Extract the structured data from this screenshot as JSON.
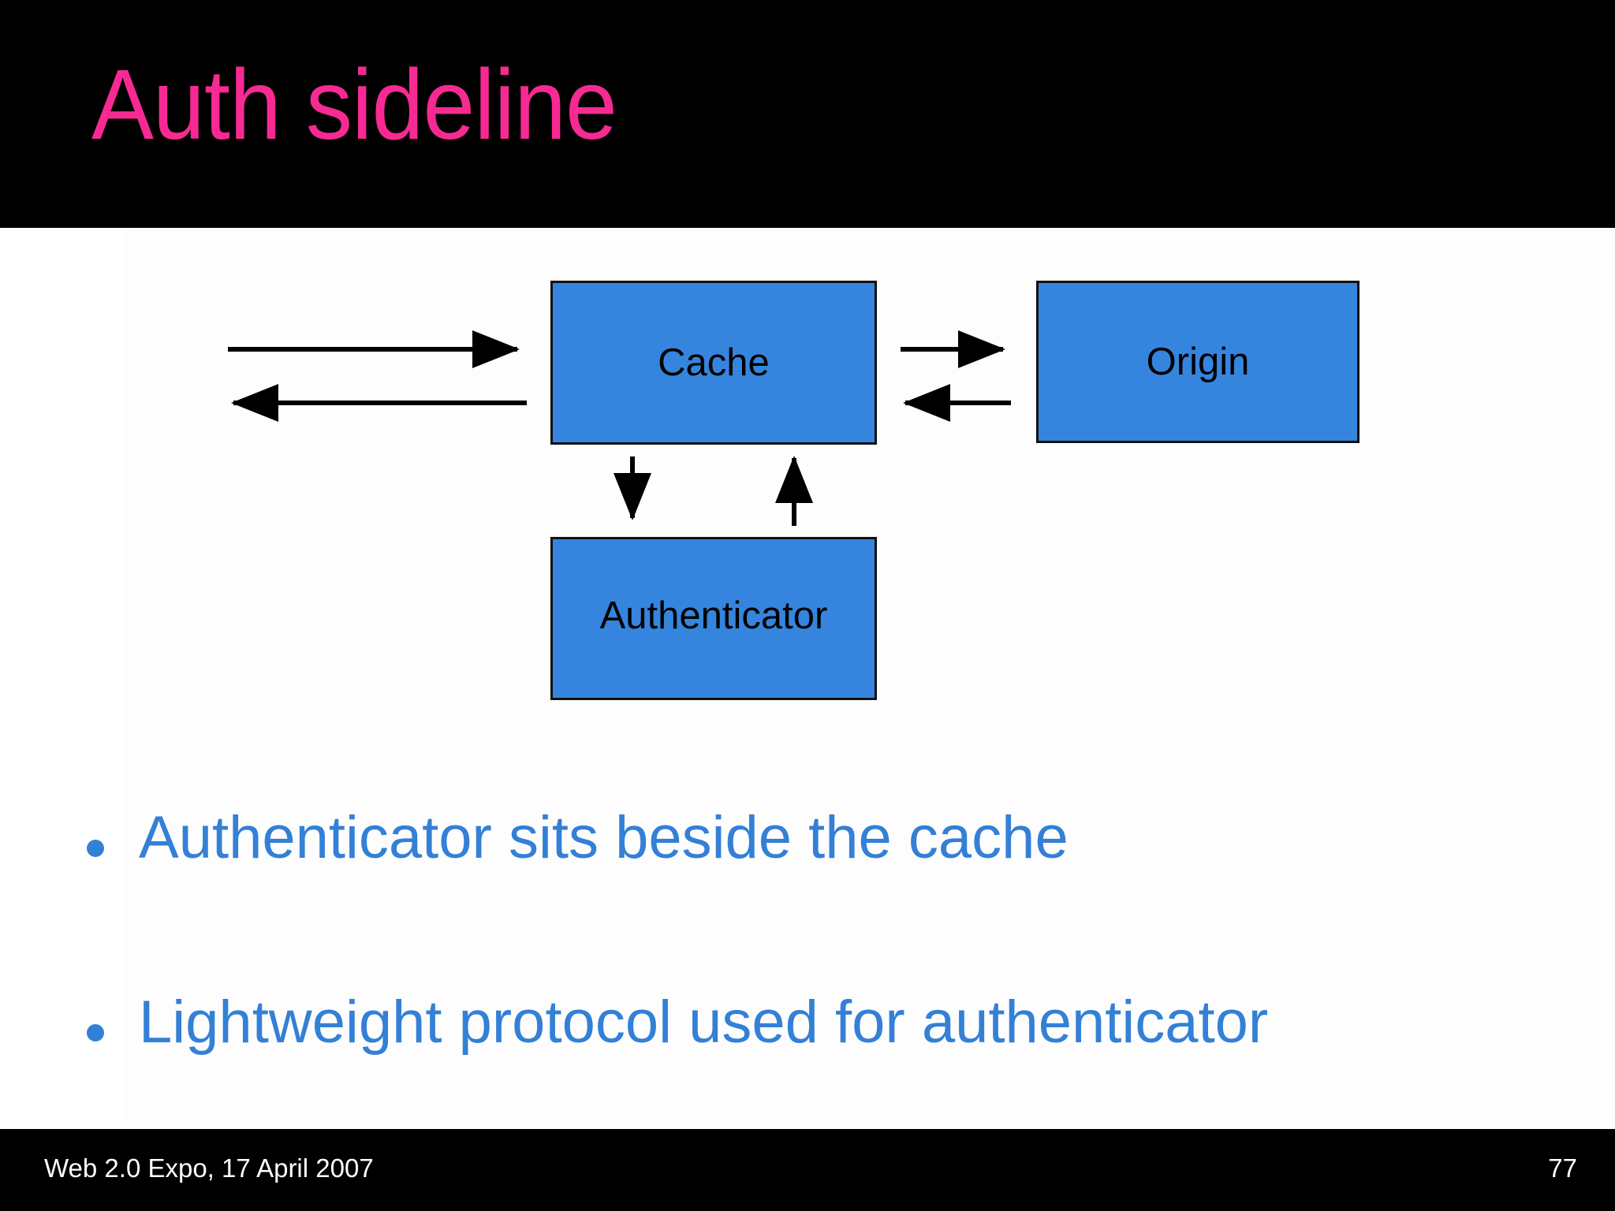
{
  "slide": {
    "title": "Auth sideline",
    "title_color": "#F62A92",
    "header_bg": "#000000",
    "content_bg": "#FFFFFF"
  },
  "diagram": {
    "node_fill": "#3585DE",
    "node_border": "#111111",
    "nodes": [
      {
        "id": "cache",
        "label": "Cache"
      },
      {
        "id": "origin",
        "label": "Origin"
      },
      {
        "id": "authenticator",
        "label": "Authenticator"
      }
    ],
    "arrows": [
      {
        "name": "client-to-cache-request",
        "direction": "right"
      },
      {
        "name": "cache-to-client-response",
        "direction": "left"
      },
      {
        "name": "cache-to-origin-request",
        "direction": "right"
      },
      {
        "name": "origin-to-cache-response",
        "direction": "left"
      },
      {
        "name": "cache-to-authenticator",
        "direction": "down"
      },
      {
        "name": "authenticator-to-cache",
        "direction": "up"
      }
    ]
  },
  "bullets": {
    "color": "#3380D6",
    "items": [
      {
        "text": "Authenticator sits beside the cache"
      },
      {
        "text": "Lightweight protocol used for authenticator"
      }
    ]
  },
  "footer": {
    "event": "Web 2.0 Expo, 17 April 2007",
    "page_number": "77",
    "bg": "#000000",
    "text_color": "#FFFFFF"
  }
}
